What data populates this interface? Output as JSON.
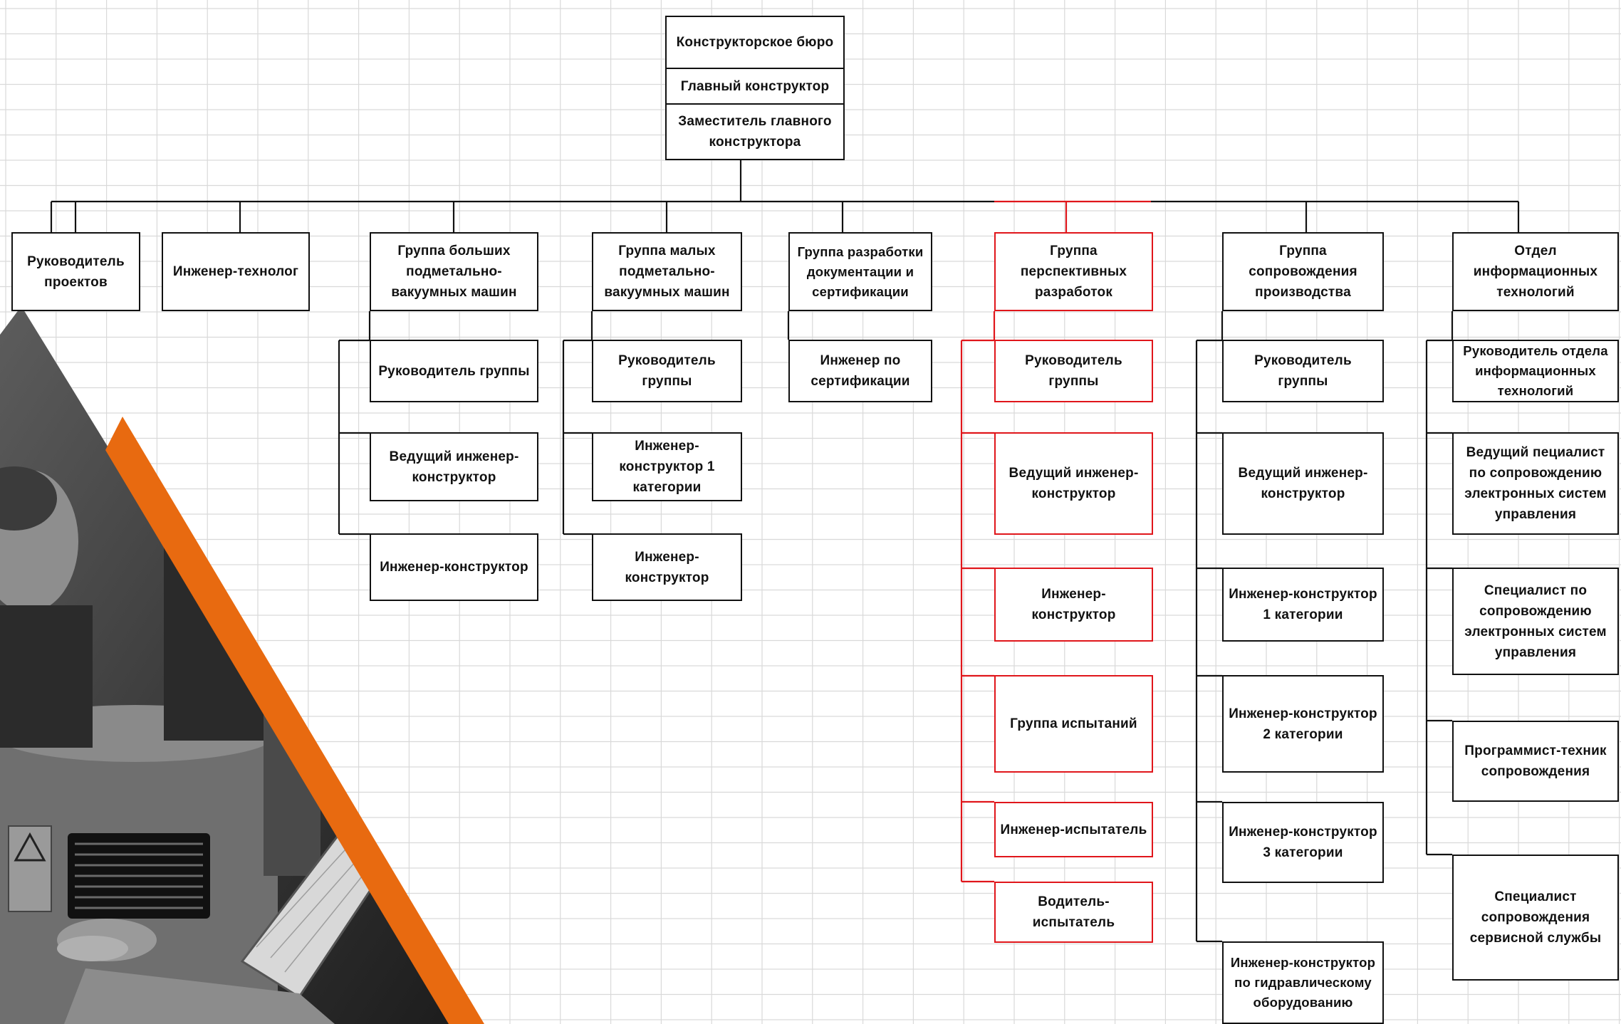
{
  "header": {
    "bureau": "Конструкторское бюро",
    "chief": "Главный конструктор",
    "deputy": "Заместитель главного конструктора"
  },
  "colors": {
    "line": "#111111",
    "highlight": "#e0161b",
    "accent": "#e86a10",
    "grid": "#d9d9d9"
  },
  "departments": [
    {
      "label": "Руководитель проектов",
      "highlight": false,
      "items": []
    },
    {
      "label": "Инженер-технолог",
      "highlight": false,
      "items": []
    },
    {
      "label": "Группа больших подметально-вакуумных машин",
      "highlight": false,
      "items": [
        "Руководитель группы",
        "Ведущий инженер-конструктор",
        "Инженер-конструктор"
      ]
    },
    {
      "label": "Группа малых подметально-вакуумных машин",
      "highlight": false,
      "items": [
        "Руководитель группы",
        "Инженер-конструктор 1 категории",
        "Инженер-конструктор"
      ]
    },
    {
      "label": "Группа разработки документации и сертификации",
      "highlight": false,
      "items": [
        "Инженер по сертификации"
      ]
    },
    {
      "label": "Группа перспективных разработок",
      "highlight": true,
      "items": [
        "Руководитель группы",
        "Ведущий инженер-конструктор",
        "Инженер-конструктор",
        "Группа испытаний",
        "Инженер-испытатель",
        "Водитель-испытатель"
      ]
    },
    {
      "label": "Группа сопровождения производства",
      "highlight": false,
      "items": [
        "Руководитель группы",
        "Ведущий инженер-конструктор",
        "Инженер-конструктор 1 категории",
        "Инженер-конструктор 2 категории",
        "Инженер-конструктор 3 категории",
        "Инженер-конструктор по гидравлическому оборудованию"
      ]
    },
    {
      "label": "Отдел информационных технологий",
      "highlight": false,
      "items": [
        "Руководитель отдела информационных технологий",
        "Ведущий пециалист по сопровождению электронных систем управления",
        "Специалист по сопровождению электронных систем управления",
        "Программист-техник сопровождения",
        "Специалист сопровождения сервисной службы"
      ]
    }
  ],
  "photo": {
    "content": "engineer-with-laptop-at-machine",
    "icon": "warning-label-icon"
  }
}
